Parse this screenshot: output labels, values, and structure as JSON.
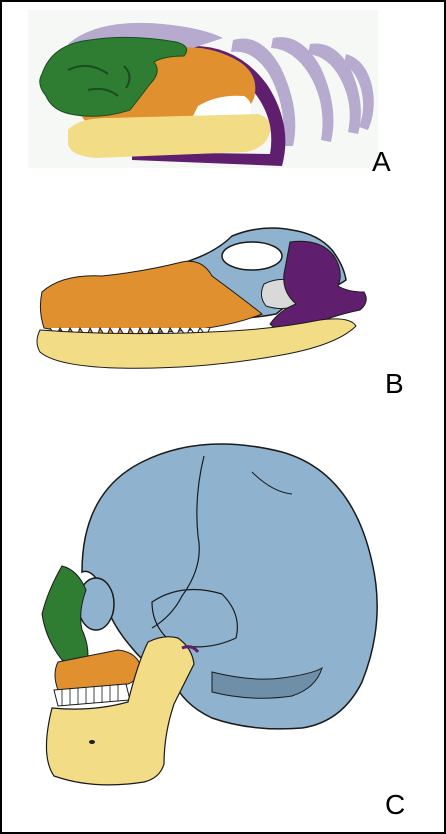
{
  "panels": [
    {
      "label": "A"
    },
    {
      "label": "B"
    },
    {
      "label": "C"
    }
  ],
  "colors": {
    "green": "#2e7d32",
    "lavender": "#b6aacf",
    "orange": "#e0902e",
    "yellow": "#f3dc86",
    "purple": "#5f1f6e",
    "blue": "#8fb3cf",
    "teeth": "#ffffff",
    "line": "#1a1a1a"
  }
}
